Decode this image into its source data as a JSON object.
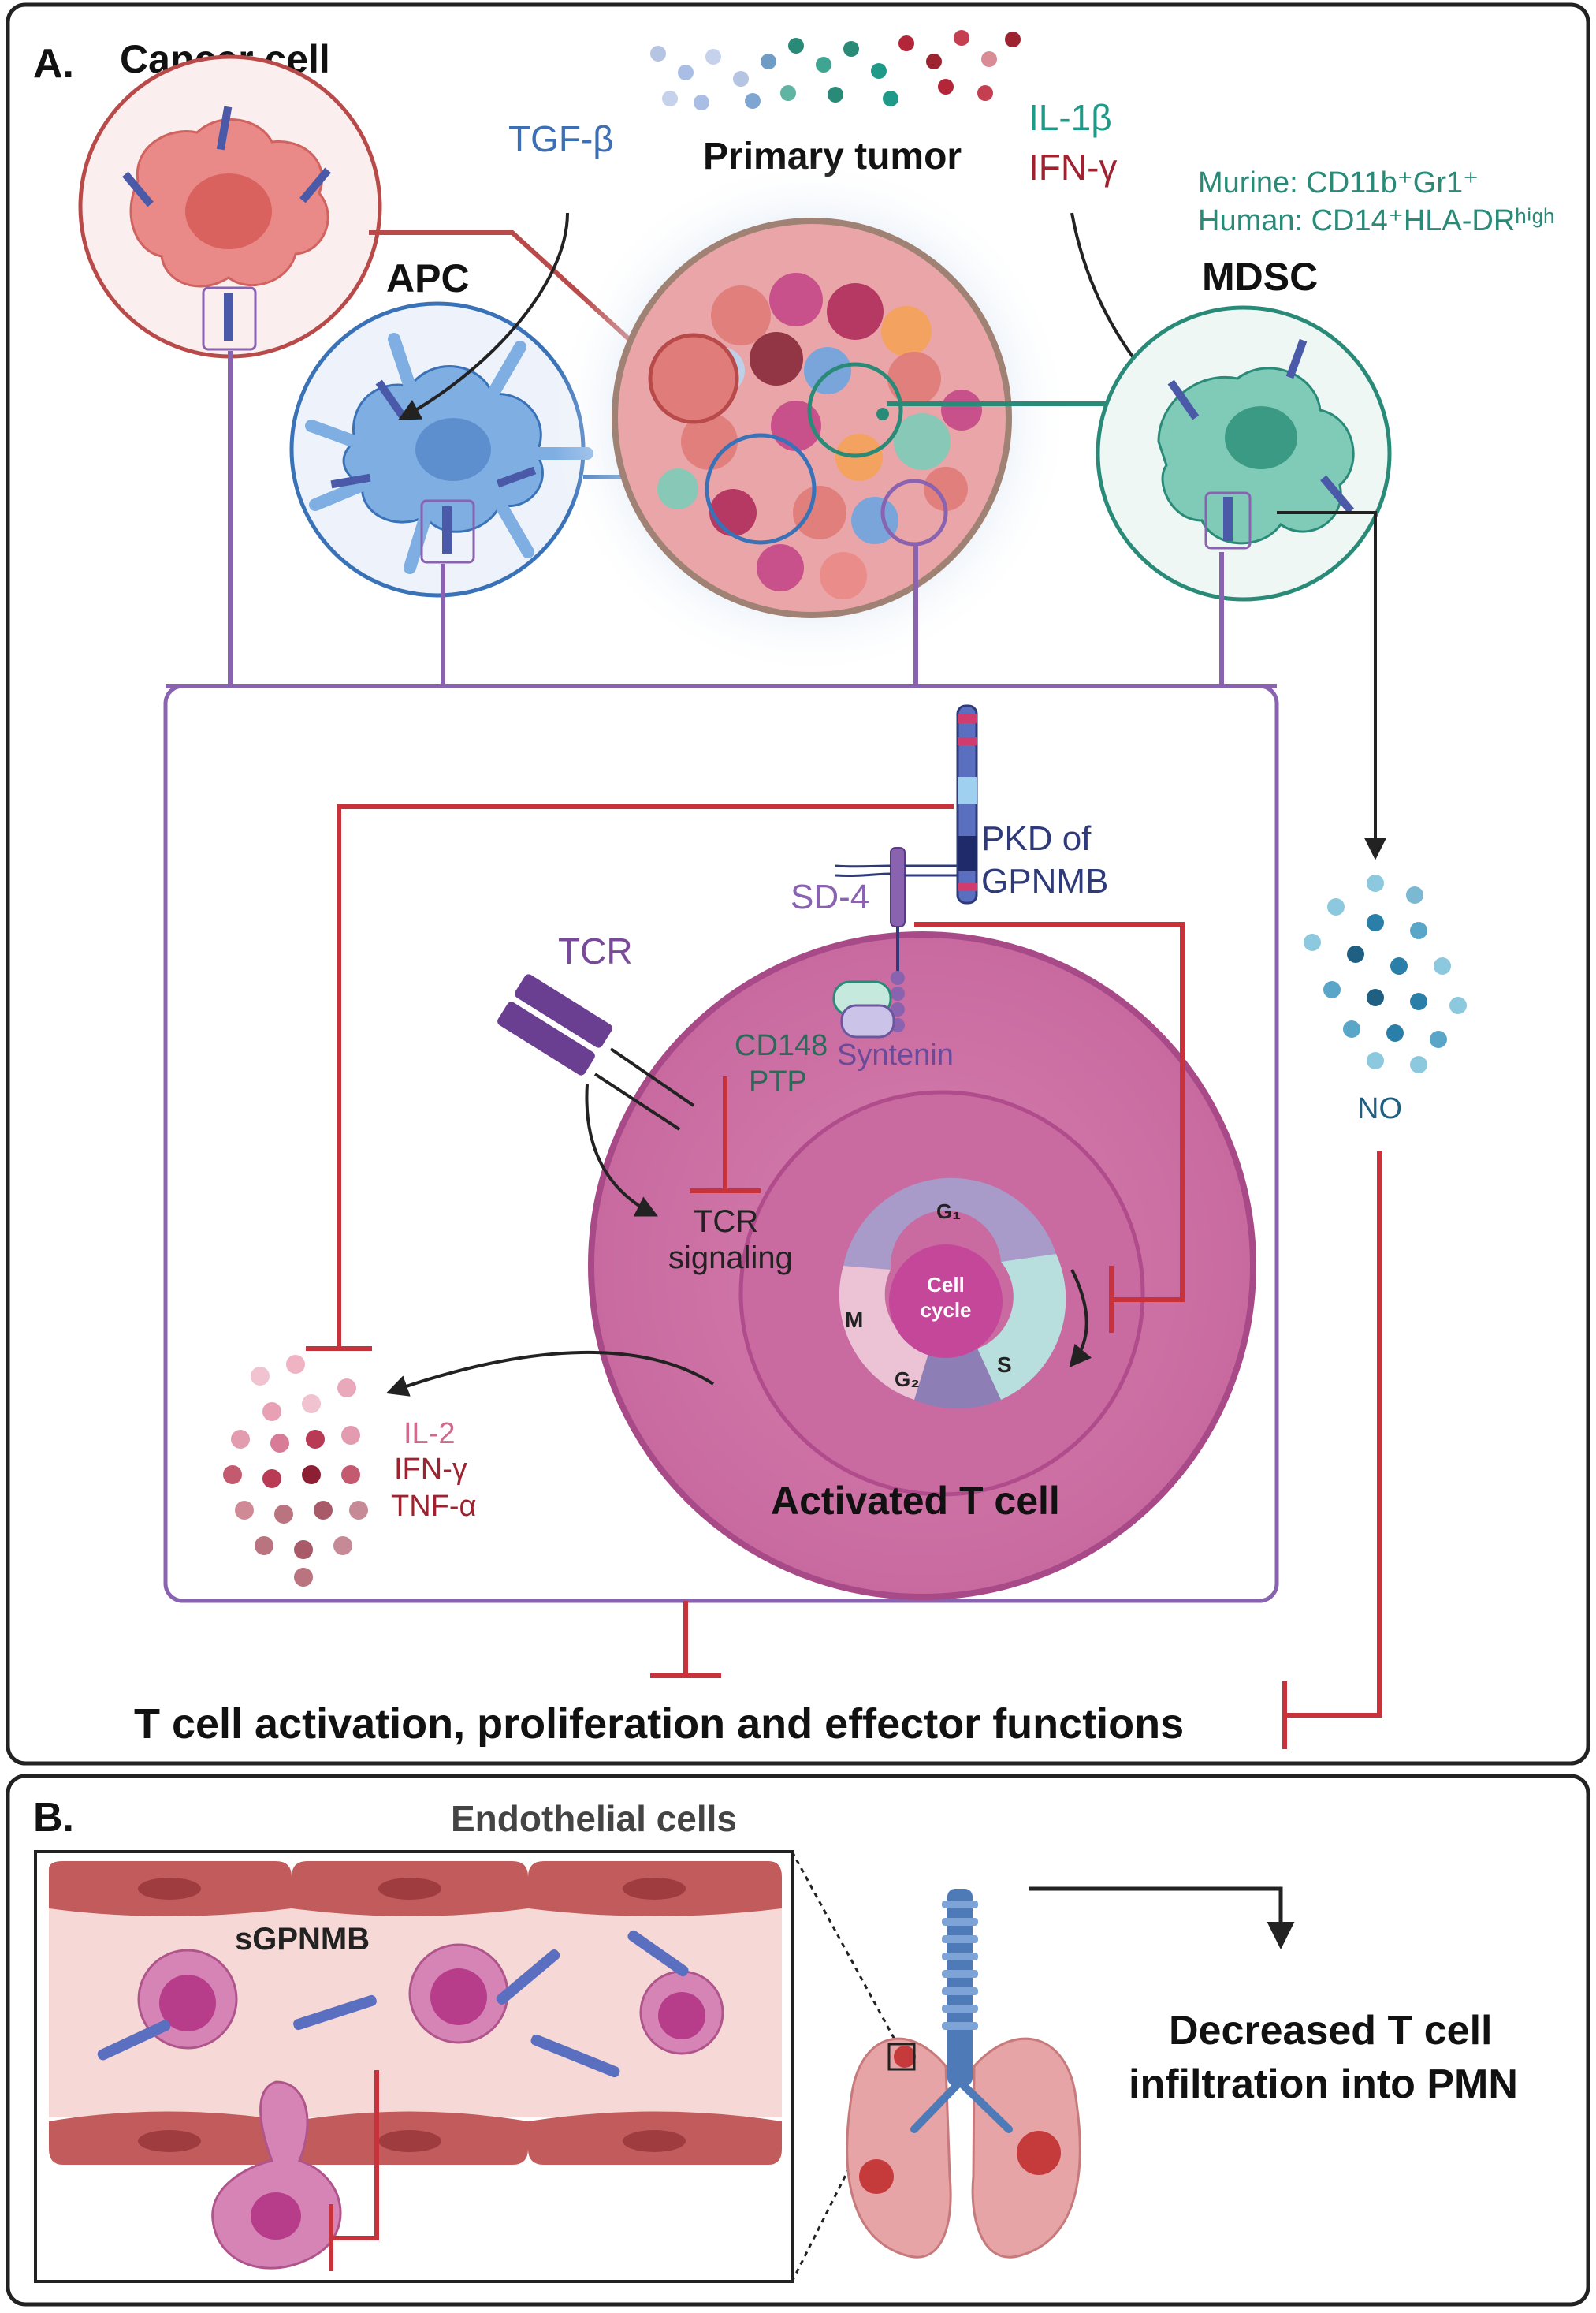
{
  "panel_a": {
    "label": "A.",
    "cancer_cell": "Cancer cell",
    "apc": "APC",
    "mdsc": "MDSC",
    "tgf": "TGF-β",
    "primary_tumor": "Primary tumor",
    "il1b": "IL-1β",
    "ifng_top": "IFN-γ",
    "murine": "Murine: CD11b⁺Gr1⁺",
    "human": "Human: CD14⁺HLA-DRʰⁱᵍʰ",
    "pkd_line1": "PKD of",
    "pkd_line2": "GPNMB",
    "sd4": "SD-4",
    "tcr": "TCR",
    "cd148_line1": "CD148",
    "cd148_line2": "PTP",
    "syntenin": "Syntenin",
    "tcr_sig_line1": "TCR",
    "tcr_sig_line2": "signaling",
    "g1": "G₁",
    "m": "M",
    "s": "S",
    "g2": "G₂",
    "cycle_line1": "Cell",
    "cycle_line2": "cycle",
    "activated": "Activated T cell",
    "il2": "IL-2",
    "ifng_low": "IFN-γ",
    "tnfa": "TNF-α",
    "no": "NO",
    "bottom": "T cell activation,  proliferation and effector functions"
  },
  "panel_b": {
    "label": "B.",
    "endothelial": "Endothelial cells",
    "sgpnmb": "sGPNMB",
    "decreased_line1": "Decreased T cell",
    "decreased_line2": "infiltration into PMN"
  },
  "colors": {
    "inhibit_red": "#c8323a",
    "purple": "#8a63b0",
    "apc_blue": "#3a72b8",
    "mdsc_teal": "#2a8a78",
    "tgf_blue": "#3d6fb4",
    "il1b_teal": "#1f9a88",
    "ifng_red": "#9e2331",
    "tcell_pink": "#c8639c"
  }
}
